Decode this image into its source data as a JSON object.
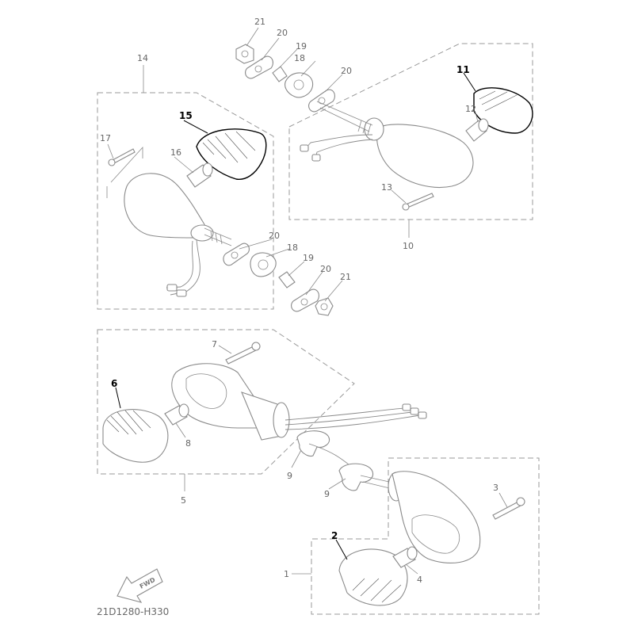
{
  "diagram_code": "21D1280-H330",
  "fwd_text": "FWD",
  "colors": {
    "highlight": "#000000",
    "line": "#8a8a8a",
    "background": "#ffffff"
  },
  "callouts": {
    "c1": "1",
    "c2": "2",
    "c3": "3",
    "c4": "4",
    "c5": "5",
    "c6": "6",
    "c7": "7",
    "c8": "8",
    "c9a": "9",
    "c9b": "9",
    "c10": "10",
    "c11": "11",
    "c12": "12",
    "c13": "13",
    "c14": "14",
    "c15": "15",
    "c16": "16",
    "c17": "17",
    "c18a": "18",
    "c18b": "18",
    "c19a": "19",
    "c19b": "19",
    "c20a": "20",
    "c20b": "20",
    "c20c": "20",
    "c20d": "20",
    "c21a": "21",
    "c21b": "21"
  },
  "highlighted_parts": [
    "2",
    "6",
    "11",
    "15"
  ]
}
